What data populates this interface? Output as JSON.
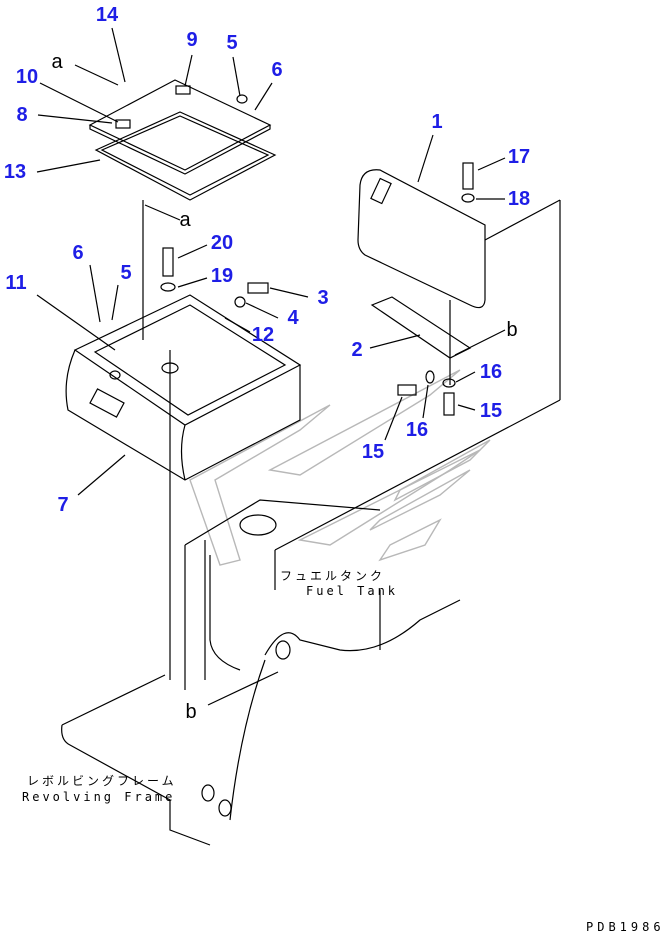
{
  "callouts": [
    "14",
    "9",
    "5",
    "6",
    "10",
    "8",
    "13",
    "1",
    "17",
    "18",
    "20",
    "6",
    "5",
    "19",
    "11",
    "3",
    "4",
    "12",
    "2",
    "16",
    "15",
    "16",
    "15",
    "7"
  ],
  "reference_letters": [
    "a",
    "a",
    "b",
    "b"
  ],
  "notes": {
    "fuel_tank_jp": "フュエルタンク",
    "fuel_tank_en": "Fuel Tank",
    "frame_jp": "レボルビングフレーム",
    "frame_en": "Revolving Frame"
  },
  "drawing_code": "PDB1986"
}
